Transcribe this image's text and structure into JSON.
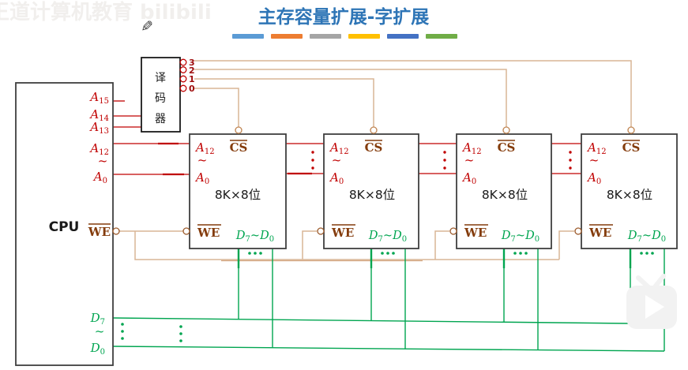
{
  "watermark_top": "王道计算机教育 bilibili",
  "title": "主存容量扩展-字扩展",
  "underline_bars": [
    "#5B9BD5",
    "#ED7D31",
    "#A5A5A5",
    "#FFC000",
    "#4472C4",
    "#70AD47"
  ],
  "colors": {
    "title_blue": "#2E75B6",
    "wire_red": "#C00000",
    "wire_green": "#00A550",
    "wire_tan": "#D9B596",
    "wire_tan_dark": "#CE9B72",
    "label_brown": "#843C0C",
    "bubble_brown": "#9C5A2B",
    "bubble_tan": "#C08552",
    "decoder_number_red": "#9E0B0B",
    "box_border": "#3F3F3F",
    "watermark_gray": "#F1EFED",
    "overlay_gray": "#F2F2F2"
  },
  "icons": {
    "pen": "✎"
  },
  "decoder": {
    "label_chars": [
      "译",
      "码",
      "器"
    ],
    "outputs": [
      "3",
      "2",
      "1",
      "0"
    ]
  },
  "cpu": {
    "label": "CPU",
    "a15": {
      "b": "A",
      "s": "15"
    },
    "a14": {
      "b": "A",
      "s": "14"
    },
    "a13": {
      "b": "A",
      "s": "13"
    },
    "a12": {
      "b": "A",
      "s": "12"
    },
    "a_tilde": "~",
    "a0": {
      "b": "A",
      "s": "0"
    },
    "we": "WE",
    "d7": {
      "b": "D",
      "s": "7"
    },
    "d_tilde": "~",
    "d0": {
      "b": "D",
      "s": "0"
    }
  },
  "chips": [
    {
      "addr_top": {
        "b": "A",
        "s": "12"
      },
      "addr_tilde": "~",
      "addr_bot": {
        "b": "A",
        "s": "0"
      },
      "cs": "CS",
      "capacity": "8K×8位",
      "we": "WE",
      "d_hi": {
        "b": "D",
        "s": "7"
      },
      "d_tilde": "~",
      "d_lo": {
        "b": "D",
        "s": "0"
      }
    },
    {
      "addr_top": {
        "b": "A",
        "s": "12"
      },
      "addr_tilde": "~",
      "addr_bot": {
        "b": "A",
        "s": "0"
      },
      "cs": "CS",
      "capacity": "8K×8位",
      "we": "WE",
      "d_hi": {
        "b": "D",
        "s": "7"
      },
      "d_tilde": "~",
      "d_lo": {
        "b": "D",
        "s": "0"
      }
    },
    {
      "addr_top": {
        "b": "A",
        "s": "12"
      },
      "addr_tilde": "~",
      "addr_bot": {
        "b": "A",
        "s": "0"
      },
      "cs": "CS",
      "capacity": "8K×8位",
      "we": "WE",
      "d_hi": {
        "b": "D",
        "s": "7"
      },
      "d_tilde": "~",
      "d_lo": {
        "b": "D",
        "s": "0"
      }
    },
    {
      "addr_top": {
        "b": "A",
        "s": "12"
      },
      "addr_tilde": "~",
      "addr_bot": {
        "b": "A",
        "s": "0"
      },
      "cs": "CS",
      "capacity": "8K×8位",
      "we": "WE",
      "d_hi": {
        "b": "D",
        "s": "7"
      },
      "d_tilde": "~",
      "d_lo": {
        "b": "D",
        "s": "0"
      }
    }
  ]
}
